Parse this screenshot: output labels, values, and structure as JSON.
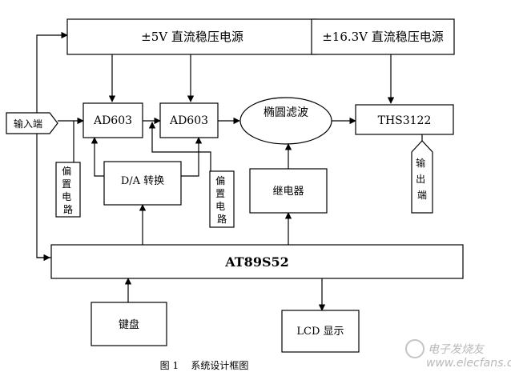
{
  "diagram": {
    "nodes": {
      "psu5": {
        "label": "±5V 直流稳压电源"
      },
      "psu163": {
        "label": "±16.3V 直流稳压电源"
      },
      "ad603a": {
        "label": "AD603"
      },
      "ad603b": {
        "label": "AD603"
      },
      "filter": {
        "label": "椭圆滤波"
      },
      "ths": {
        "label": "THS3122"
      },
      "input": {
        "label": "输入端"
      },
      "bias1": {
        "label": [
          "偏",
          "置",
          "电",
          "路"
        ]
      },
      "da": {
        "label": "D/A 转换"
      },
      "bias2": {
        "label": [
          "偏",
          "置",
          "电",
          "路"
        ]
      },
      "relay": {
        "label": "继电器"
      },
      "output": {
        "label": [
          "输",
          "出",
          "端"
        ]
      },
      "mcu": {
        "label": "AT89S52"
      },
      "keyboard": {
        "label": "键盘"
      },
      "lcd": {
        "label": "LCD 显示"
      }
    },
    "caption": "图 1    系统设计框图"
  },
  "watermark": {
    "text": "电子发烧友",
    "site": "www.elecfans.com"
  }
}
